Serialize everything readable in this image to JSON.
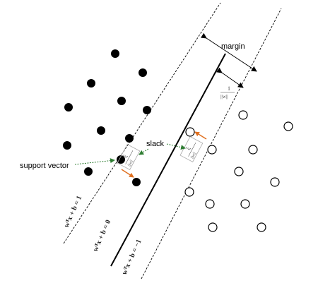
{
  "labels": {
    "margin": "margin",
    "slack": "slack",
    "support_vector": "support vector",
    "margin_fraction_numerator": "1",
    "margin_fraction_denominator": "||w||",
    "slack_left_numerator": "ξ",
    "slack_left_denominator": "||w||",
    "slack_right_numerator": "ξ",
    "slack_right_denominator": "||w||"
  },
  "equations": {
    "positive": "wᵀx + b = 1",
    "decision": "wᵀx + b = 0",
    "negative": "wᵀx + b = −1"
  },
  "colors": {
    "line": "#000000",
    "dashed_line": "#000000",
    "filled_point": "#000000",
    "open_point": "#000000",
    "support_arrow": "#2e7d32",
    "slack_arrow": "#2e7d32",
    "slack_vector": "#e07020"
  },
  "points": {
    "positive_class": "filled",
    "negative_class": "open"
  }
}
